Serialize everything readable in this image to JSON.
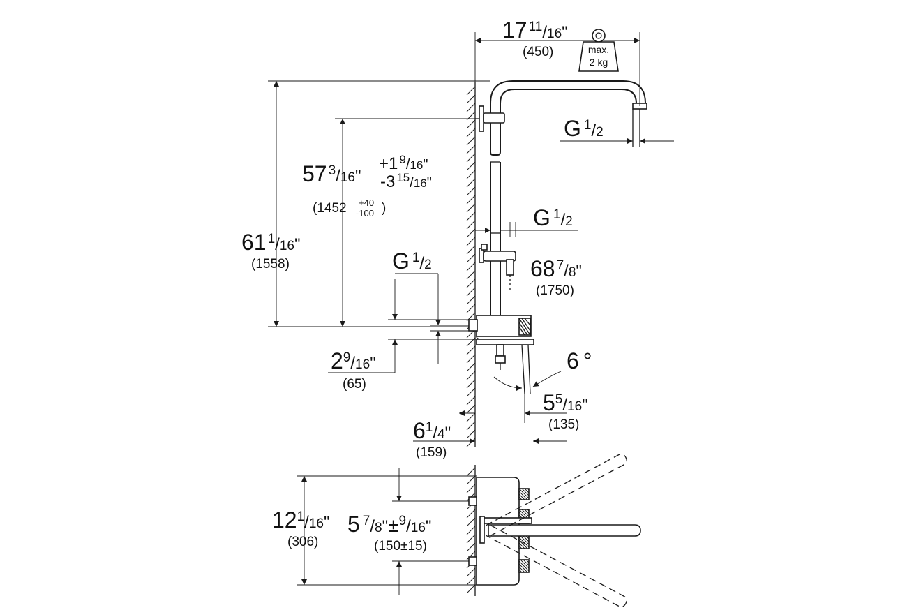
{
  "dimensions": {
    "width_top": {
      "whole": "17",
      "num": "11",
      "den": "16",
      "mm": "(450)"
    },
    "weight": {
      "line1": "max.",
      "line2": "2 kg"
    },
    "thread_head": {
      "whole": "G",
      "num": "1",
      "den": "2"
    },
    "height_outlet": {
      "whole": "57",
      "num": "3",
      "den": "16",
      "tol_plus": "+1",
      "tol_plus_num": "9",
      "tol_plus_den": "16",
      "tol_minus": "-3",
      "tol_minus_num": "15",
      "tol_minus_den": "16",
      "mm": "(1452",
      "mm_plus": "+40",
      "mm_minus": "-100",
      "mm_close": ")"
    },
    "height_total": {
      "whole": "61",
      "num": "1",
      "den": "16",
      "mm": "(1558)"
    },
    "thread_rail": {
      "whole": "G",
      "num": "1",
      "den": "2"
    },
    "height_rail": {
      "whole": "68",
      "num": "7",
      "den": "8",
      "mm": "(1750)"
    },
    "thread_inlet": {
      "whole": "G",
      "num": "1",
      "den": "2"
    },
    "inlet_offset": {
      "whole": "2",
      "num": "9",
      "den": "16",
      "mm": "(65)"
    },
    "angle": {
      "value": "6",
      "unit": "°"
    },
    "spout_reach": {
      "whole": "5",
      "num": "5",
      "den": "16",
      "mm": "(135)"
    },
    "wall_depth": {
      "whole": "6",
      "num": "1",
      "den": "4",
      "mm": "(159)"
    },
    "plan_width": {
      "whole": "12",
      "num": "1",
      "den": "16",
      "mm": "(306)"
    },
    "inlet_spacing": {
      "whole": "5",
      "num": "7",
      "den": "8",
      "pm": "±",
      "tol_num": "9",
      "tol_den": "16",
      "mm": "(150±15)"
    }
  }
}
